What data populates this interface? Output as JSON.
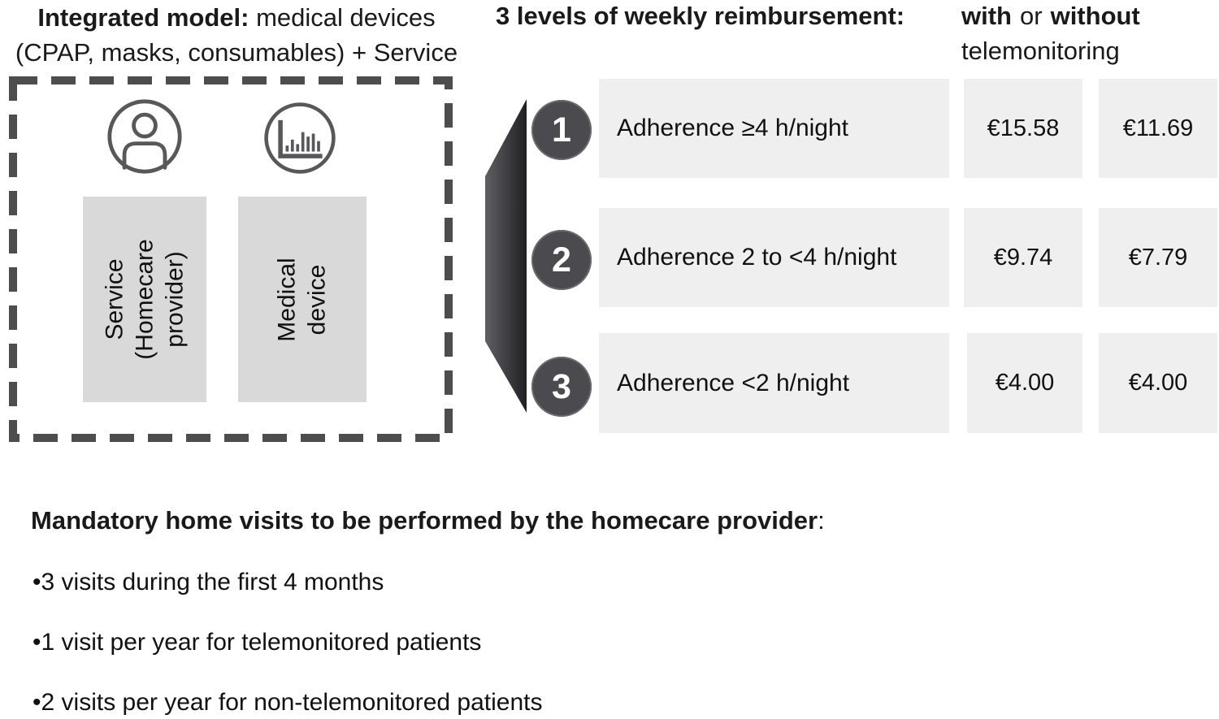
{
  "colors": {
    "text": "#1a1a1a",
    "box_gray": "#d9d9d9",
    "row_gray": "#efefef",
    "dark_accent": "#4a4a4f",
    "dashed_border": "#4d4d4d"
  },
  "left_panel": {
    "title_line1_bold": "Integrated model:",
    "title_line1_rest": " medical devices",
    "title_line2": "(CPAP, masks, consumables) + Service",
    "icons": [
      "person-icon",
      "bar-chart-icon"
    ],
    "boxes": [
      {
        "label": "Service\n(Homecare\nprovider)"
      },
      {
        "label": "Medical\ndevice"
      }
    ]
  },
  "reimbursement": {
    "heading": "3 levels of weekly reimbursement:",
    "col_with": "with",
    "col_or": "or",
    "col_without": "without",
    "col_subheader": "telemonitoring",
    "rows": [
      {
        "num": "1",
        "label": "Adherence ≥4 h/night",
        "price_with": "€15.58",
        "price_without": "€11.69"
      },
      {
        "num": "2",
        "label": "Adherence 2 to <4 h/night",
        "price_with": "€9.74",
        "price_without": "€7.79"
      },
      {
        "num": "3",
        "label": "Adherence <2 h/night",
        "price_with": "€4.00",
        "price_without": "€4.00"
      }
    ]
  },
  "home_visits": {
    "heading_bold": "Mandatory home visits to be performed by the homecare provider",
    "heading_colon": ":",
    "bullets": [
      "•3 visits during the first 4 months",
      "•1 visit per year for telemonitored patients",
      "•2 visits per year for non-telemonitored patients"
    ]
  }
}
